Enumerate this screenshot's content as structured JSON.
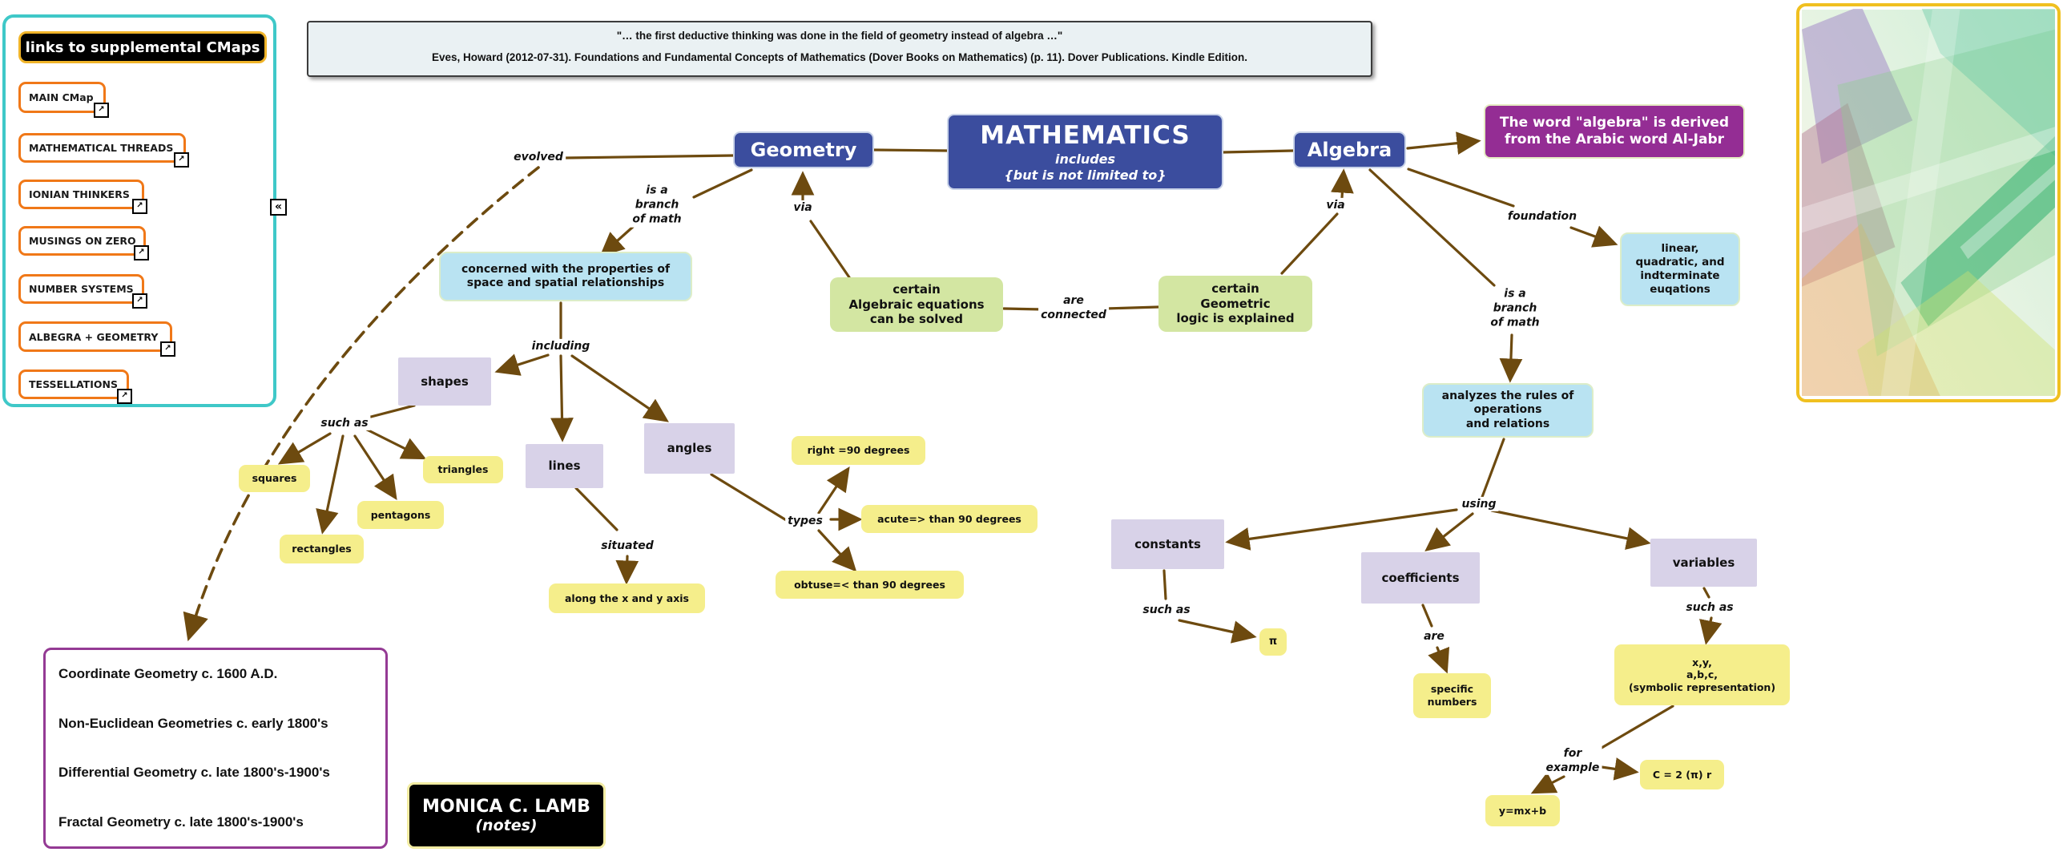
{
  "links_panel": {
    "title": "links to supplemental CMaps",
    "collapse_icon": "«",
    "external_icon": "↗",
    "items": [
      "MAIN CMap",
      "MATHEMATICAL THREADS",
      "IONIAN THINKERS",
      "MUSINGS ON ZERO",
      "NUMBER SYSTEMS",
      "ALBEGRA + GEOMETRY",
      "TESSELLATIONS"
    ]
  },
  "quote": {
    "line1": "\"… the first deductive thinking was done in the field of geometry instead of algebra …\"",
    "line2": "Eves, Howard (2012-07-31). Foundations and Fundamental Concepts of Mathematics (Dover Books on Mathematics) (p. 11). Dover Publications. Kindle Edition."
  },
  "nodes": {
    "mathematics": {
      "title": "MATHEMATICS",
      "sub1": "includes",
      "sub2": "{but is not limited to}"
    },
    "geometry": {
      "label": "Geometry"
    },
    "algebra": {
      "label": "Algebra"
    },
    "algebra_origin": {
      "label": "The word \"algebra\" is derived\nfrom the Arabic word Al-Jabr"
    },
    "concerned": {
      "label": "concerned with the properties of\nspace and spatial relationships"
    },
    "algebraic_equations": {
      "label": "certain\nAlgebraic equations\ncan be solved"
    },
    "geometric_logic": {
      "label": "certain\nGeometric\nlogic is explained"
    },
    "equation_types": {
      "label": "linear,\nquadratic, and\nindterminate\neuqations"
    },
    "analyzes": {
      "label": "analyzes the rules of\noperations\nand relations"
    },
    "shapes": {
      "label": "shapes"
    },
    "lines": {
      "label": "lines"
    },
    "angles": {
      "label": "angles"
    },
    "squares": {
      "label": "squares"
    },
    "triangles": {
      "label": "triangles"
    },
    "pentagons": {
      "label": "pentagons"
    },
    "rectangles": {
      "label": "rectangles"
    },
    "right_angle": {
      "label": "right =90 degrees"
    },
    "acute_angle": {
      "label": "acute=> than 90 degrees"
    },
    "obtuse_angle": {
      "label": "obtuse=< than 90 degrees"
    },
    "along_xy": {
      "label": "along the x and y axis"
    },
    "constants": {
      "label": "constants"
    },
    "coefficients": {
      "label": "coefficients"
    },
    "variables": {
      "label": "variables"
    },
    "pi": {
      "label": "π"
    },
    "specific_numbers": {
      "label": "specific\nnumbers"
    },
    "symbolic": {
      "label": "x,y,\na,b,c,\n(symbolic representation)"
    },
    "circumference": {
      "label": "C = 2 (π) r"
    },
    "slope_intercept": {
      "label": "y=mx+b"
    }
  },
  "linking_phrases": {
    "evolved": "evolved",
    "via_geometry": "via",
    "via_algebra": "via",
    "branch_geometry": "is a\nbranch\nof math",
    "branch_algebra": "is a\nbranch\nof math",
    "including": "including",
    "such_as_shapes": "such as",
    "situated": "situated",
    "types": "types",
    "are_connected": "are\nconnected",
    "foundation": "foundation",
    "using": "using",
    "such_as_constants": "such as",
    "are": "are",
    "such_as_variables": "such as",
    "for_example": "for\nexample"
  },
  "timeline": {
    "entries": [
      "Coordinate Geometry c. 1600 A.D.",
      "Non-Euclidean Geometries c. early 1800's",
      "Differential Geometry c. late 1800's-1900's",
      "Fractal Geometry c. late 1800's-1900's"
    ]
  },
  "credit": {
    "name": "MONICA C. LAMB",
    "sub": "(notes)"
  },
  "colors": {
    "node_blue": "#3b4d9e",
    "node_purple": "#942d94",
    "node_green": "#d3e6a2",
    "node_lightblue": "#b9e3f2",
    "node_lavender": "#d8d2e8",
    "node_yellow": "#f5ee8b",
    "edge_brown": "#6d4a0f",
    "panel_teal": "#3fc8c8",
    "button_orange": "#f07818",
    "header_gold": "#f0b429",
    "timeline_purple": "#943a94"
  }
}
